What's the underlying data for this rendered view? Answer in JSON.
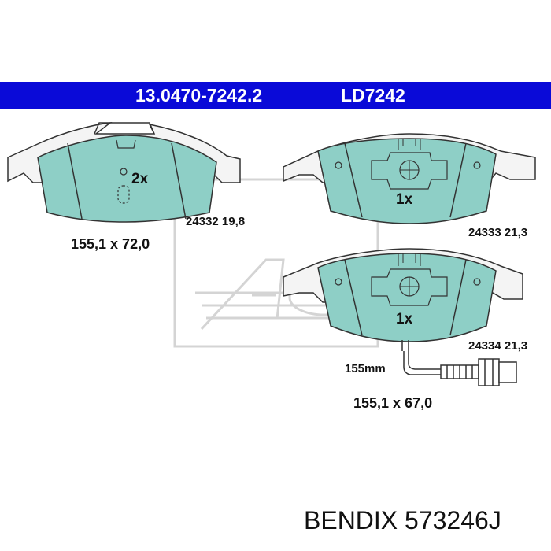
{
  "banner": {
    "part_number": "13.0470-7242.2",
    "reference": "LD7242",
    "color": "#0a0ad8"
  },
  "pads": [
    {
      "quantity": "2x",
      "code": "24332 19,8",
      "dimensions": "155,1 x 72,0"
    },
    {
      "quantity": "1x",
      "code": "24333 21,3"
    },
    {
      "quantity": "1x",
      "code": "24334 21,3",
      "wire_length": "155mm",
      "dimensions": "155,1 x 67,0"
    }
  ],
  "footer": {
    "brand": "BENDIX",
    "part": "573246J"
  },
  "colors": {
    "pad_fill": "#8ecfc6",
    "outline": "#333333"
  },
  "watermark_icon": "ate-logo-icon"
}
